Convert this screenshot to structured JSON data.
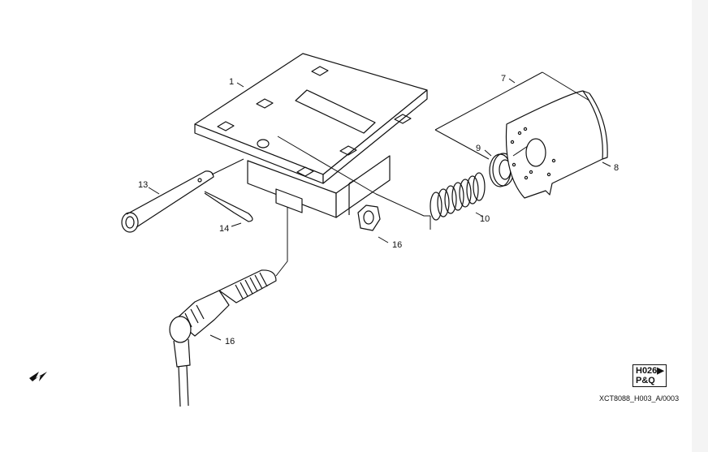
{
  "callouts": {
    "c1": "1",
    "c7": "7",
    "c8": "8",
    "c9": "9",
    "c10": "10",
    "c13": "13",
    "c14": "14",
    "c16a": "16",
    "c16b": "16"
  },
  "reference": {
    "box_line1": "H026▶",
    "box_line2": "P&Q",
    "code": "XCT8088_H003_A/0003"
  },
  "icons": {
    "direction": "arrow-southwest-icon"
  },
  "colors": {
    "line": "#111111",
    "background": "#ffffff"
  }
}
